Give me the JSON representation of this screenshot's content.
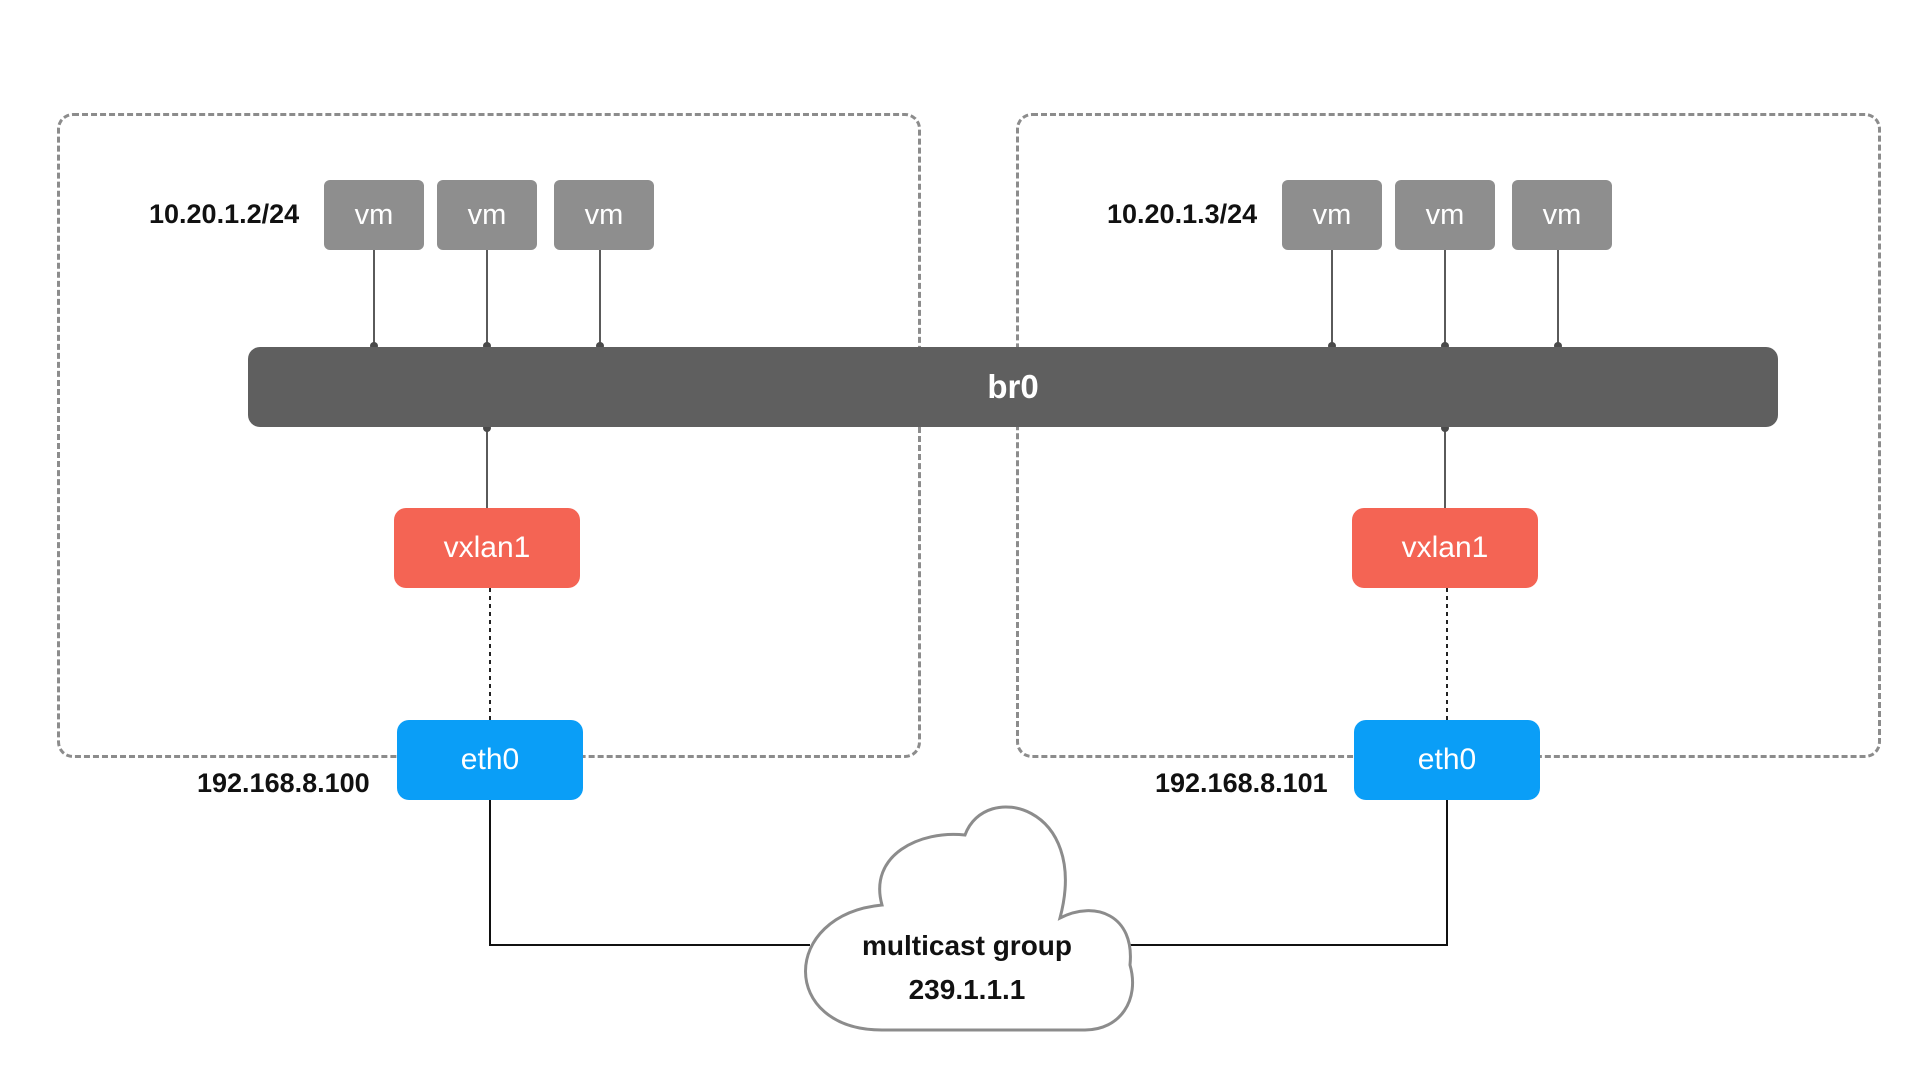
{
  "colors": {
    "vm": "#8e8e8e",
    "bridge": "#5f5f5f",
    "vxlan": "#f46454",
    "eth": "#0a9ef7",
    "dashed_border": "#8c8c8c",
    "cloud_outline": "#8c8c8c"
  },
  "bridge": {
    "label": "br0"
  },
  "multicast": {
    "line1": "multicast group",
    "line2": "239.1.1.1"
  },
  "hosts": [
    {
      "vm_subnet": "10.20.1.2/24",
      "vms": [
        "vm",
        "vm",
        "vm"
      ],
      "vxlan": "vxlan1",
      "eth": "eth0",
      "eth_ip": "192.168.8.100"
    },
    {
      "vm_subnet": "10.20.1.3/24",
      "vms": [
        "vm",
        "vm",
        "vm"
      ],
      "vxlan": "vxlan1",
      "eth": "eth0",
      "eth_ip": "192.168.8.101"
    }
  ]
}
